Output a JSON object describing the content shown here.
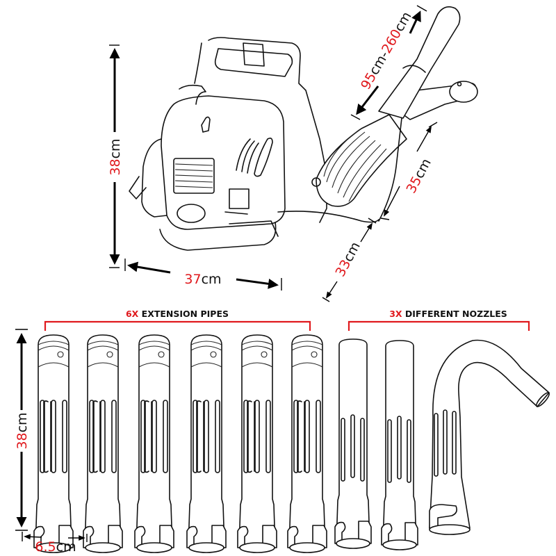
{
  "colors": {
    "accent": "#e0191d",
    "ink": "#111111",
    "background": "#ffffff"
  },
  "dimensions": {
    "blower_height": {
      "value": "38",
      "unit": "cm"
    },
    "blower_width": {
      "value": "37",
      "unit": "cm"
    },
    "blower_depth": {
      "value": "33",
      "unit": "cm"
    },
    "hose_length": {
      "value": "35",
      "unit": "cm"
    },
    "tube_range": {
      "min": "95",
      "max": "260",
      "unit": "cm",
      "separator": "-"
    },
    "pipe_length": {
      "value": "38",
      "unit": "cm"
    },
    "pipe_diameter": {
      "value": "6.5",
      "unit": "cm"
    }
  },
  "groups": {
    "extension_pipes": {
      "count": "6X",
      "label": " EXTENSION PIPES",
      "items": 6
    },
    "nozzles": {
      "count": "3X",
      "label": " DIFFERENT NOZZLES",
      "items": 3
    }
  },
  "icons": {
    "blower": "backpack-leaf-blower-icon",
    "pipe": "extension-pipe-icon",
    "nozzle": "nozzle-icon",
    "curved_nozzle": "curved-nozzle-icon"
  }
}
